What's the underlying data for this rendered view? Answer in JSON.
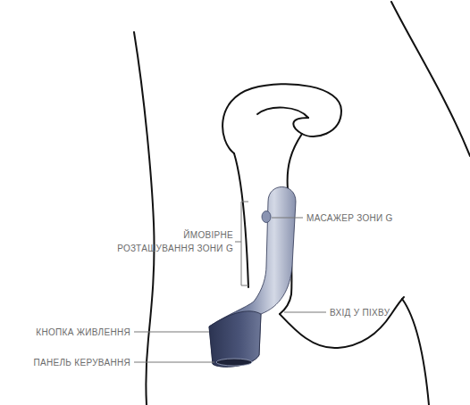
{
  "diagram": {
    "labels": [
      "ЙМОВІРНЕ РОЗТАШУВАННЯ ЗОНИ G",
      "МАСАЖЕР ЗОНИ G",
      "ВХІД У ПІХВУ",
      "КНОПКА ЖИВЛЕННЯ",
      "ПАНЕЛЬ КЕРУВАННЯ"
    ]
  }
}
